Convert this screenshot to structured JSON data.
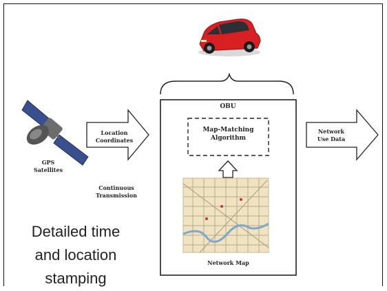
{
  "gps": {
    "label": "GPS\nSatellites"
  },
  "arrow_left": {
    "label": "Location\nCoordinates"
  },
  "transmission": {
    "label": "Continuous\nTransmission"
  },
  "obu": {
    "title": "OBU",
    "algorithm": "Map-Matching\nAlgorithm",
    "map_label": "Network Map"
  },
  "arrow_right": {
    "label": "Network\nUse Data"
  },
  "caption": {
    "lines": [
      "Detailed time",
      "and location",
      "stamping"
    ]
  },
  "colors": {
    "car": "#d81f22",
    "map_bg": "#efe3c2",
    "map_road": "#b8a98a",
    "river": "#7fa7c9"
  }
}
